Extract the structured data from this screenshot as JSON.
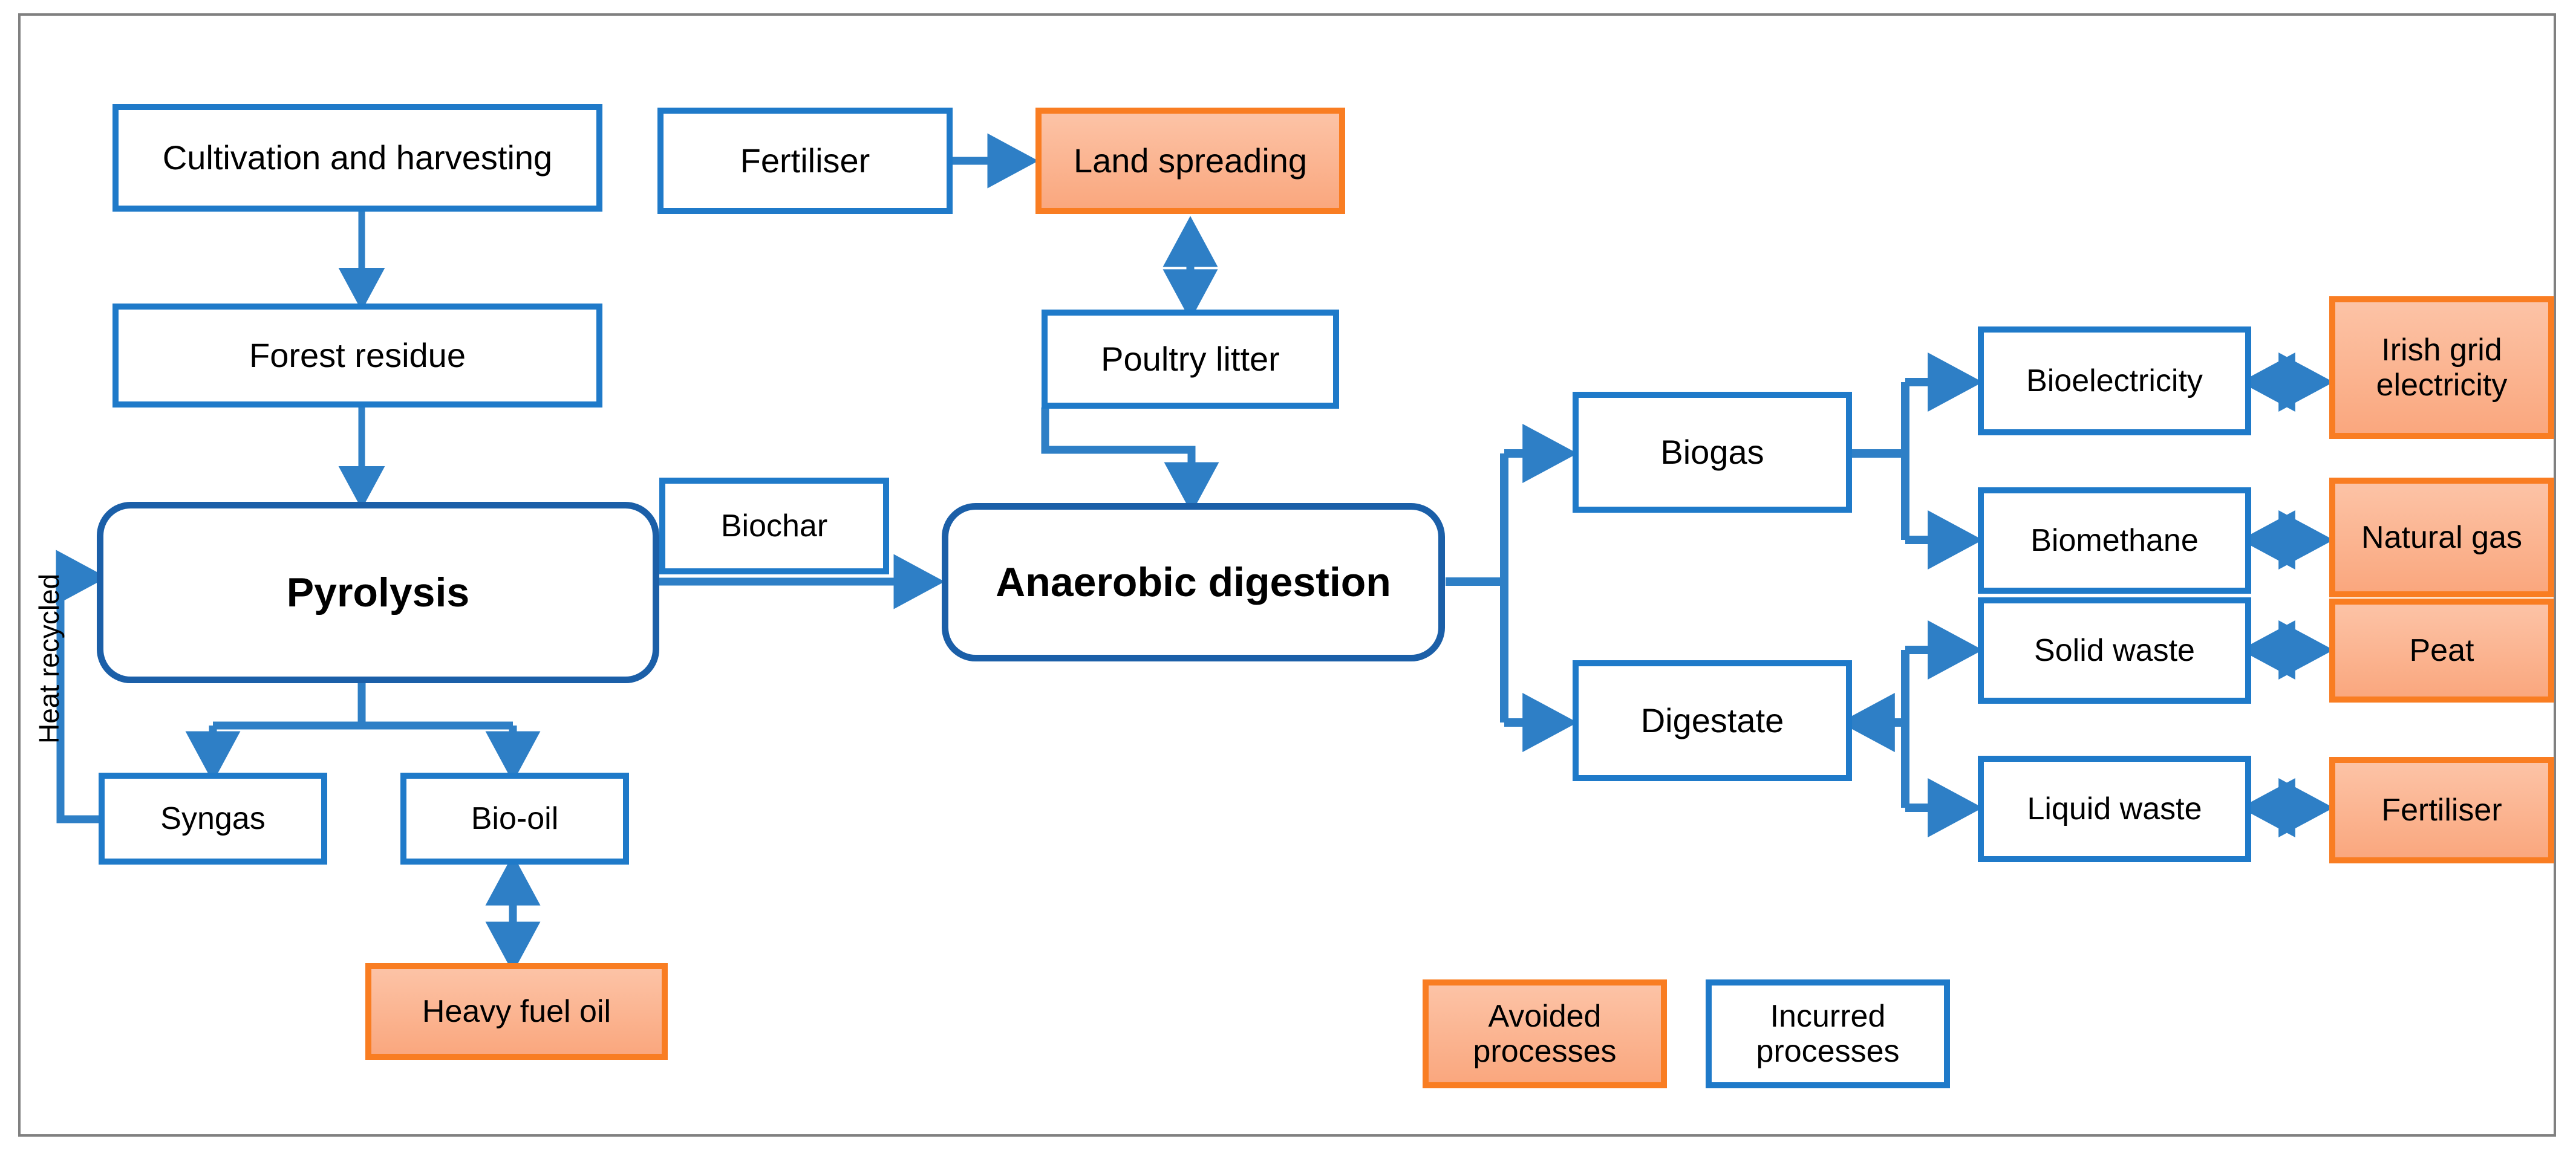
{
  "figure": {
    "type": "process-flow-diagram",
    "title": "",
    "colors": {
      "incurred_border": "#1F7AC9",
      "incurred_fill": "#FFFFFF",
      "avoided_border": "#F97D22",
      "avoided_fill": "#FBB28E",
      "process_border": "#1B5FA8",
      "arrow": "#2E7FC6",
      "frame": "#808080",
      "text": "#000000"
    }
  },
  "nodes": {
    "cultivation": {
      "label": "Cultivation and harvesting",
      "kind": "incurred"
    },
    "forest_residue": {
      "label": "Forest residue",
      "kind": "incurred"
    },
    "pyrolysis": {
      "label": "Pyrolysis",
      "kind": "process"
    },
    "biochar": {
      "label": "Biochar",
      "kind": "incurred"
    },
    "syngas": {
      "label": "Syngas",
      "kind": "incurred"
    },
    "bio_oil": {
      "label": "Bio-oil",
      "kind": "incurred"
    },
    "heavy_fuel_oil": {
      "label": "Heavy fuel oil",
      "kind": "avoided"
    },
    "fertiliser_in": {
      "label": "Fertiliser",
      "kind": "incurred"
    },
    "land_spreading": {
      "label": "Land spreading",
      "kind": "avoided"
    },
    "poultry_litter": {
      "label": "Poultry litter",
      "kind": "incurred"
    },
    "anaerobic_digestion": {
      "label": "Anaerobic digestion",
      "kind": "process"
    },
    "biogas": {
      "label": "Biogas",
      "kind": "incurred"
    },
    "digestate": {
      "label": "Digestate",
      "kind": "incurred"
    },
    "bioelectricity": {
      "label": "Bioelectricity",
      "kind": "incurred"
    },
    "biomethane": {
      "label": "Biomethane",
      "kind": "incurred"
    },
    "solid_waste": {
      "label": "Solid waste",
      "kind": "incurred"
    },
    "liquid_waste": {
      "label": "Liquid waste",
      "kind": "incurred"
    },
    "irish_grid_electricity": {
      "label": "Irish grid electricity",
      "kind": "avoided"
    },
    "natural_gas": {
      "label": "Natural gas",
      "kind": "avoided"
    },
    "peat": {
      "label": "Peat",
      "kind": "avoided"
    },
    "fertiliser_out": {
      "label": "Fertiliser",
      "kind": "avoided"
    }
  },
  "edge_labels": {
    "heat_recycled": "Heat recycled"
  },
  "legend": {
    "avoided": "Avoided processes",
    "incurred": "Incurred processes"
  },
  "edges": [
    {
      "from": "cultivation",
      "to": "forest_residue",
      "style": "single"
    },
    {
      "from": "forest_residue",
      "to": "pyrolysis",
      "style": "single"
    },
    {
      "from": "pyrolysis",
      "to": "syngas",
      "style": "single"
    },
    {
      "from": "pyrolysis",
      "to": "bio_oil",
      "style": "single"
    },
    {
      "from": "syngas",
      "to": "pyrolysis",
      "style": "single",
      "label": "Heat recycled"
    },
    {
      "from": "bio_oil",
      "to": "heavy_fuel_oil",
      "style": "double"
    },
    {
      "from": "pyrolysis",
      "to": "anaerobic_digestion",
      "style": "single"
    },
    {
      "from": "fertiliser_in",
      "to": "land_spreading",
      "style": "single"
    },
    {
      "from": "poultry_litter",
      "to": "land_spreading",
      "style": "double"
    },
    {
      "from": "poultry_litter",
      "to": "anaerobic_digestion",
      "style": "single"
    },
    {
      "from": "anaerobic_digestion",
      "to": "biogas",
      "style": "single"
    },
    {
      "from": "anaerobic_digestion",
      "to": "digestate",
      "style": "single"
    },
    {
      "from": "biogas",
      "to": "bioelectricity",
      "style": "single"
    },
    {
      "from": "biogas",
      "to": "biomethane",
      "style": "single"
    },
    {
      "from": "solid_waste",
      "to": "digestate",
      "style": "single"
    },
    {
      "from": "liquid_waste",
      "to": "digestate",
      "style": "single"
    },
    {
      "from": "bioelectricity",
      "to": "irish_grid_electricity",
      "style": "double"
    },
    {
      "from": "biomethane",
      "to": "natural_gas",
      "style": "double"
    },
    {
      "from": "solid_waste",
      "to": "peat",
      "style": "double"
    },
    {
      "from": "liquid_waste",
      "to": "fertiliser_out",
      "style": "double"
    }
  ]
}
